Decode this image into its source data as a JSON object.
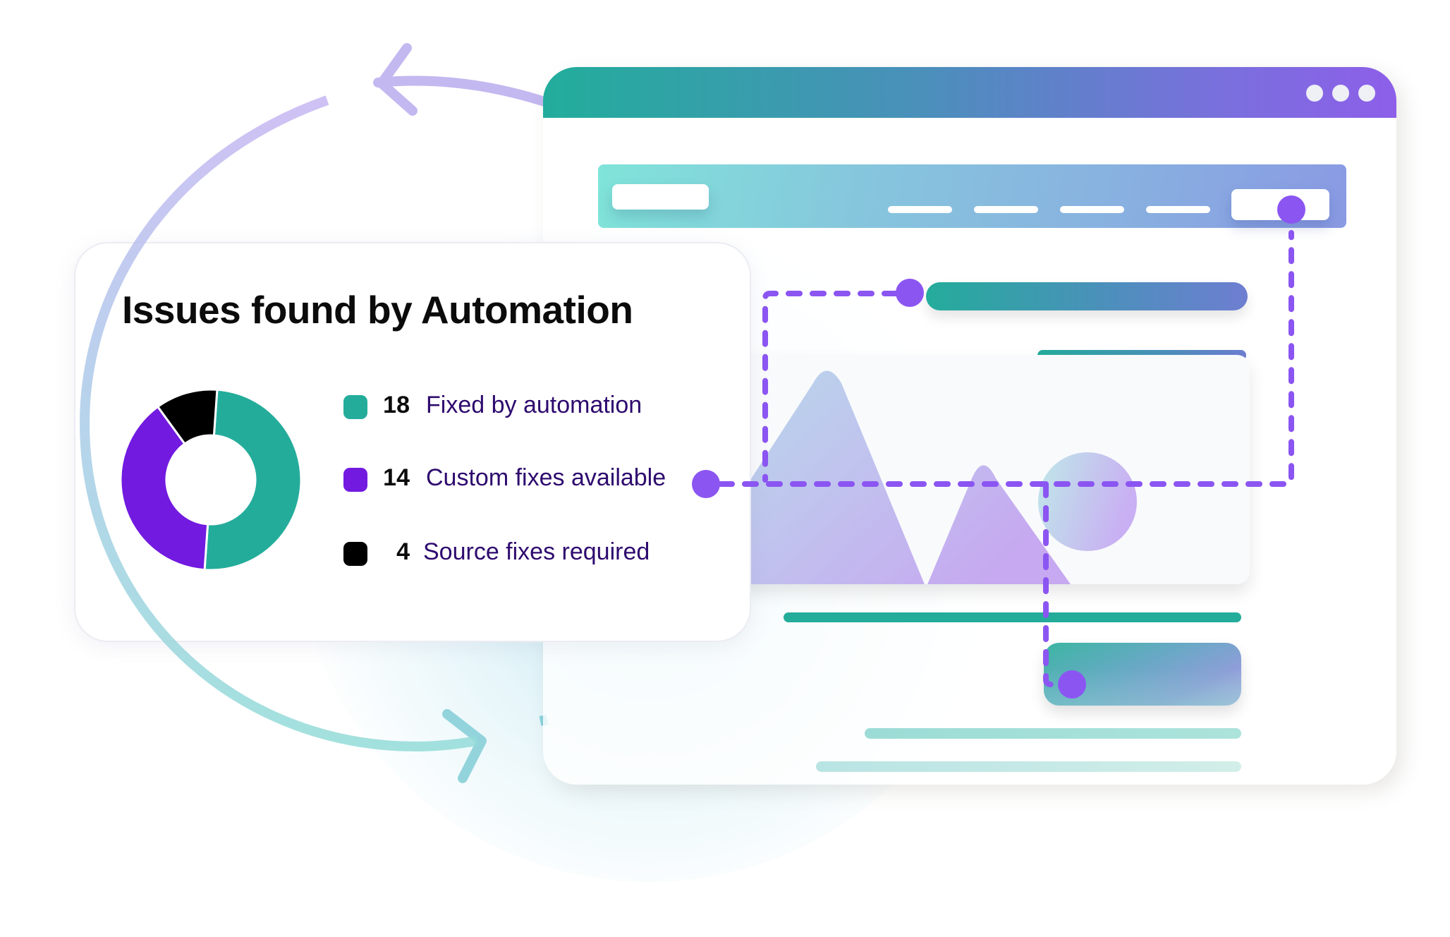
{
  "illustration": {
    "description": "Automation remediation loop illustration",
    "browser_window": {
      "control_dots": 3,
      "header_gradient": [
        "#22ad9b",
        "#8d5fe9"
      ],
      "navbar": {
        "link_placeholders": 4,
        "has_logo_placeholder": true,
        "has_button_placeholder": true
      }
    },
    "connector_color": "#8b55f2",
    "cycle_arrows": {
      "upper_color": "#c3b8f0",
      "lower_color": "#93d8dc"
    }
  },
  "card": {
    "title": "Issues found by Automation",
    "legend": [
      {
        "count": "18",
        "label": "Fixed by automation",
        "color": "#24ac9b"
      },
      {
        "count": "14",
        "label": "Custom fixes available",
        "color": "#721ae0"
      },
      {
        "count": "4",
        "label": "Source fixes required",
        "color": "#000000"
      }
    ]
  },
  "chart_data": {
    "type": "pie",
    "title": "Issues found by Automation",
    "donut": true,
    "categories": [
      "Fixed by automation",
      "Custom fixes available",
      "Source fixes required"
    ],
    "values": [
      18,
      14,
      4
    ],
    "colors": [
      "#24ac9b",
      "#721ae0",
      "#000000"
    ],
    "legend_position": "right"
  }
}
